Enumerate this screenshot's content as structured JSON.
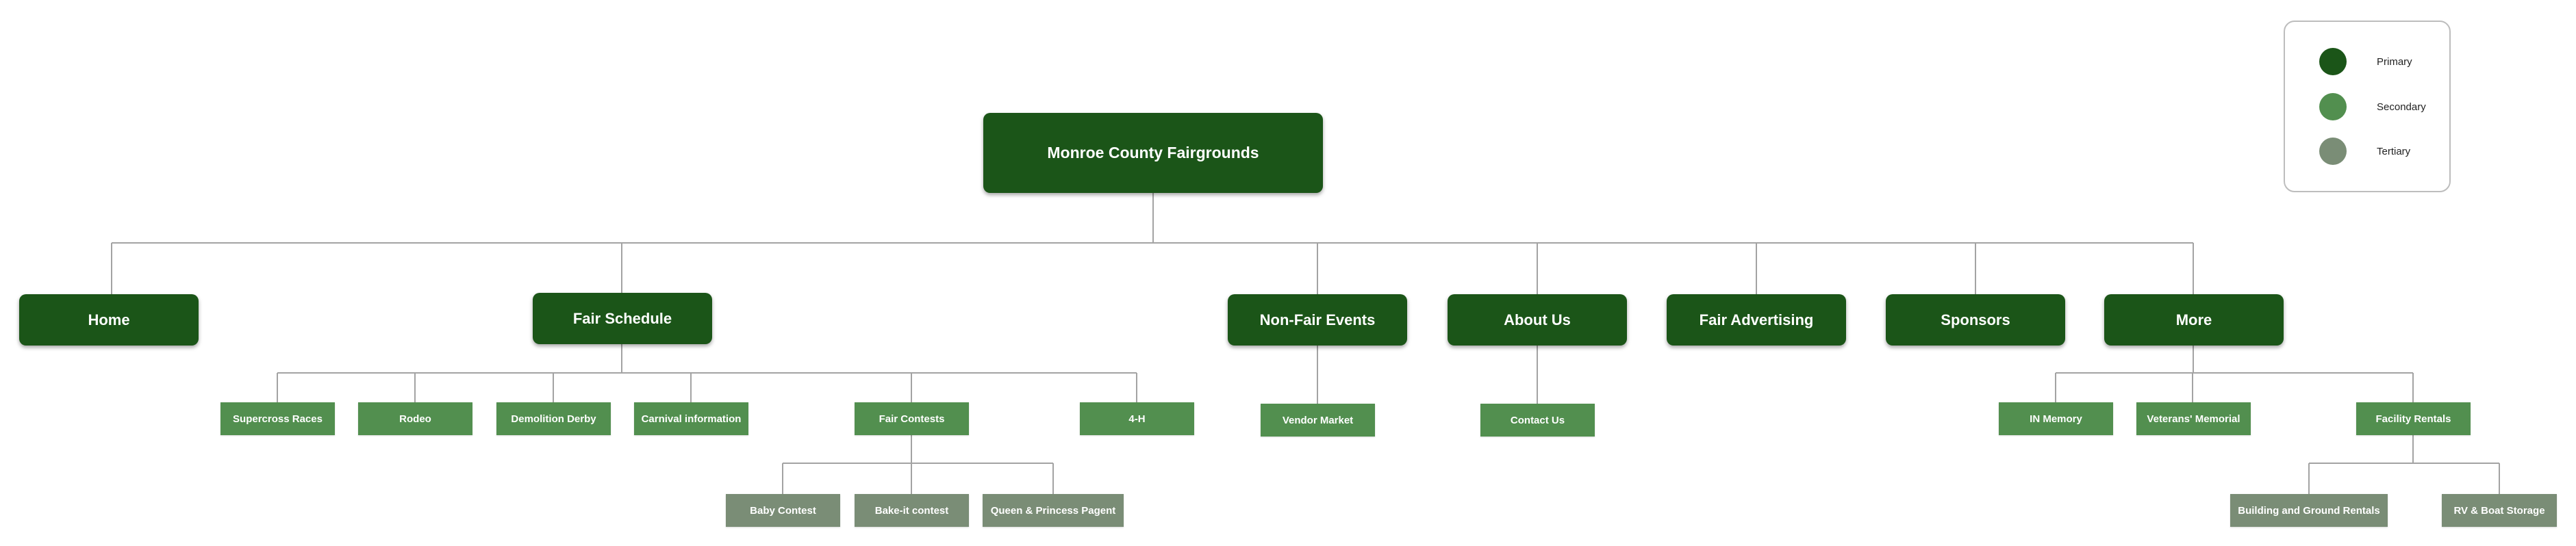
{
  "colors": {
    "primary": "#1b5518",
    "secondary": "#528f4f",
    "tertiary": "#7a8d76",
    "line": "#9e9e9e"
  },
  "legend": {
    "primary": "Primary",
    "secondary": "Secondary",
    "tertiary": "Tertiary"
  },
  "root": {
    "label": "Monroe County Fairgrounds"
  },
  "primary_nodes": [
    {
      "label": "Home"
    },
    {
      "label": "Fair Schedule"
    },
    {
      "label": "Non-Fair Events"
    },
    {
      "label": "About Us"
    },
    {
      "label": "Fair Advertising"
    },
    {
      "label": "Sponsors"
    },
    {
      "label": "More"
    }
  ],
  "fair_schedule": [
    {
      "label": "Supercross Races"
    },
    {
      "label": "Rodeo"
    },
    {
      "label": "Demolition Derby"
    },
    {
      "label": "Carnival information"
    },
    {
      "label": "Fair Contests"
    },
    {
      "label": "4-H"
    }
  ],
  "fair_contests": [
    {
      "label": "Baby Contest"
    },
    {
      "label": "Bake-it contest"
    },
    {
      "label": "Queen & Princess Pagent"
    }
  ],
  "non_fair_events": [
    {
      "label": "Vendor Market"
    }
  ],
  "about_us": [
    {
      "label": "Contact Us"
    }
  ],
  "more": [
    {
      "label": "IN Memory"
    },
    {
      "label": "Veterans' Memorial"
    },
    {
      "label": "Facility Rentals"
    }
  ],
  "facility_rentals": [
    {
      "label": "Building and Ground Rentals"
    },
    {
      "label": "RV & Boat Storage"
    }
  ]
}
